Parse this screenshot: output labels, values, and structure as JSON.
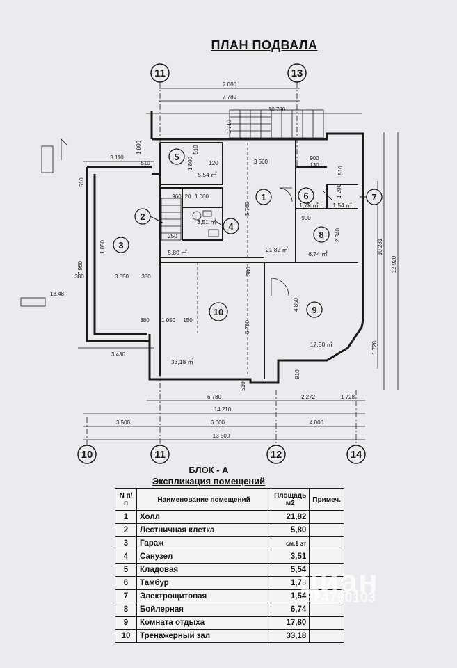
{
  "title": "ПЛАН ПОДВАЛА",
  "block": "БЛОК - А",
  "legend_title": "Экспликация помещений",
  "axes": {
    "a11_top": "11",
    "a13_top": "13",
    "a10": "10",
    "a11": "11",
    "a12": "12",
    "a14": "14"
  },
  "dims": {
    "d7000": "7 000",
    "d7780": "7 780",
    "d10780": "10 780",
    "d1710": "1 710",
    "d3110": "3 110",
    "d1800": "1 800",
    "d510a": "510",
    "d510b": "510",
    "d510c": "510",
    "d1800b": "1 800",
    "d3560": "3 560",
    "d120a": "120",
    "d900a": "900",
    "d130a": "130",
    "d5760a": "5 760",
    "d5760b": "5 760",
    "d7960": "7 960",
    "d1050": "1 050",
    "d380a": "380",
    "d3050": "3 050",
    "d380b": "380",
    "d380c": "380",
    "d380d": "380",
    "d1050b": "1 050",
    "d150": "150",
    "d4850": "4 850",
    "d2340": "2 340",
    "d10281": "10 281",
    "d12920": "12 920",
    "d1728v": "1 728",
    "d3430": "3 430",
    "d6780": "6 780",
    "d2272": "2 272",
    "d1728": "1 728",
    "d14210": "14 210",
    "d3500": "3 500",
    "d6000": "6 000",
    "d4000": "4 000",
    "d13500": "13 500",
    "d18_48": "18.48",
    "d960": "960",
    "d1000": "1 000",
    "d20": "20",
    "d250": "250",
    "d1200": "1 200",
    "d900b": "900",
    "d910": "910",
    "d510d": "510",
    "d510e": "510"
  },
  "rooms": {
    "r1": {
      "num": "1",
      "area": "21,82 ㎡"
    },
    "r2": {
      "num": "2",
      "area": "5,80 ㎡"
    },
    "r3": {
      "num": "3"
    },
    "r4": {
      "num": "4",
      "area": "3,51 ㎡"
    },
    "r5": {
      "num": "5",
      "area": "5,54 ㎡"
    },
    "r6": {
      "num": "6",
      "area": "1,78 ㎡"
    },
    "r7": {
      "num": "7",
      "area": "1,54 ㎡"
    },
    "r8": {
      "num": "8",
      "area": "6,74 ㎡"
    },
    "r9": {
      "num": "9",
      "area": "17,80 ㎡"
    },
    "r10": {
      "num": "10",
      "area": "33,18 ㎡"
    }
  },
  "legend": {
    "head": {
      "num": "N п/п",
      "name": "Наименование помещений",
      "area": "Площадь м2",
      "note": "Примеч."
    },
    "rows": [
      {
        "num": "1",
        "name": "Холл",
        "area": "21,82"
      },
      {
        "num": "2",
        "name": "Лестничная клетка",
        "area": "5,80"
      },
      {
        "num": "3",
        "name": "Гараж",
        "area": "см.1 эт"
      },
      {
        "num": "4",
        "name": "Санузел",
        "area": "3,51"
      },
      {
        "num": "5",
        "name": "Кладовая",
        "area": "5,54"
      },
      {
        "num": "6",
        "name": "Тамбур",
        "area": "1,78"
      },
      {
        "num": "7",
        "name": "Электрощитовая",
        "area": "1,54"
      },
      {
        "num": "8",
        "name": "Бойлерная",
        "area": "6,74"
      },
      {
        "num": "9",
        "name": "Комната отдыха",
        "area": "17,80"
      },
      {
        "num": "10",
        "name": "Тренажерный зал",
        "area": "33,18"
      }
    ]
  },
  "watermark": {
    "brand": "циан",
    "id": "324790103"
  }
}
